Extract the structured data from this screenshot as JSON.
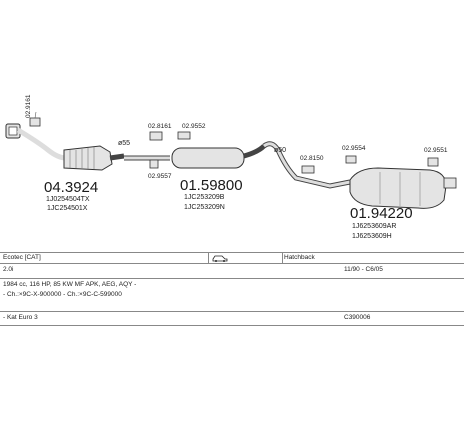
{
  "parts": {
    "catalyst": {
      "number": "04.3924",
      "ref1": "1J0254504TX",
      "ref2": "1JC254501X",
      "clamp": "02.9161"
    },
    "middle": {
      "number": "01.59800",
      "ref1": "1JC253209B",
      "ref2": "1JC253209N",
      "clamp_a": "02.8161",
      "clamp_b": "02.9552",
      "clamp_c": "02.9557"
    },
    "rear": {
      "number": "01.94220",
      "ref1": "1J6253609AR",
      "ref2": "1J6253609H",
      "clamp_a": "02.8150",
      "clamp_b": "02.9554",
      "clamp_c": "02.9551"
    },
    "diameters": {
      "d1": "ø55",
      "d2": "ø50"
    }
  },
  "info": {
    "row1": {
      "system": "Ecotec [CAT]",
      "body": "Hatchback"
    },
    "row2": {
      "model": "2.0i",
      "years": "11/90 - C6/05"
    },
    "row3": {
      "engine": "1984 cc, 116 HP, 85 KW MF APK, AEG, AQY -"
    },
    "row4": {
      "chassis": "- Ch.:×9C-X-900000 - Ch.:×9C-C-599000"
    },
    "row5": {
      "note": "- Kat Euro 3",
      "code": "C390006"
    }
  },
  "icons": {
    "car": "car-icon"
  }
}
